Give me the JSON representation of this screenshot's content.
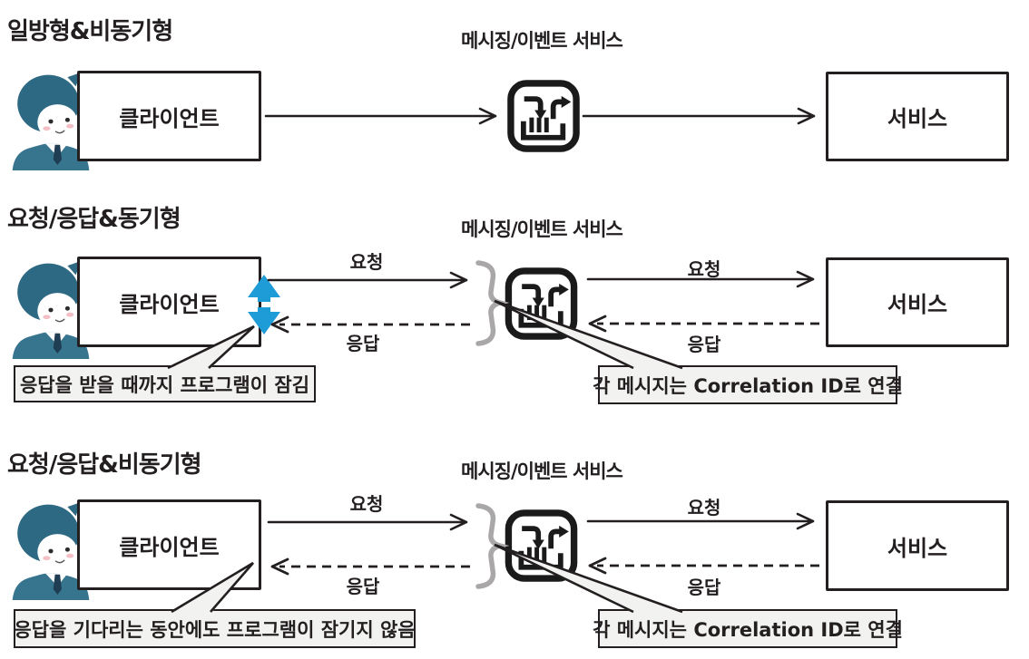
{
  "colors": {
    "line": "#231F20",
    "accent_blue": "#1E9CD8",
    "brace_gray": "#A9A7A8",
    "callout_bg": "#F2F2F0",
    "person_hair": "#2E6984",
    "person_suit": "#37758F"
  },
  "icons": {
    "client_person": "client-user-icon",
    "middle_service": "message-queue-icon",
    "sync_block": "blocking-double-arrow-icon",
    "grouping": "curly-brace-icon"
  },
  "sections": [
    {
      "title": "일방형&비동기형",
      "middle_label": "메시징/이벤트 서비스",
      "client_label": "클라이언트",
      "service_label": "서비스"
    },
    {
      "title": "요청/응답&동기형",
      "middle_label": "메시징/이벤트 서비스",
      "client_label": "클라이언트",
      "service_label": "서비스",
      "request_label": "요청",
      "response_label": "응답",
      "left_callout": "응답을 받을 때까지 프로그램이 잠김",
      "right_callout": "각 메시지는 Correlation ID로 연결"
    },
    {
      "title": "요청/응답&비동기형",
      "middle_label": "메시징/이벤트 서비스",
      "client_label": "클라이언트",
      "service_label": "서비스",
      "request_label": "요청",
      "response_label": "응답",
      "left_callout": "응답을 기다리는 동안에도 프로그램이 잠기지 않음",
      "right_callout": "각 메시지는 Correlation ID로 연결"
    }
  ]
}
